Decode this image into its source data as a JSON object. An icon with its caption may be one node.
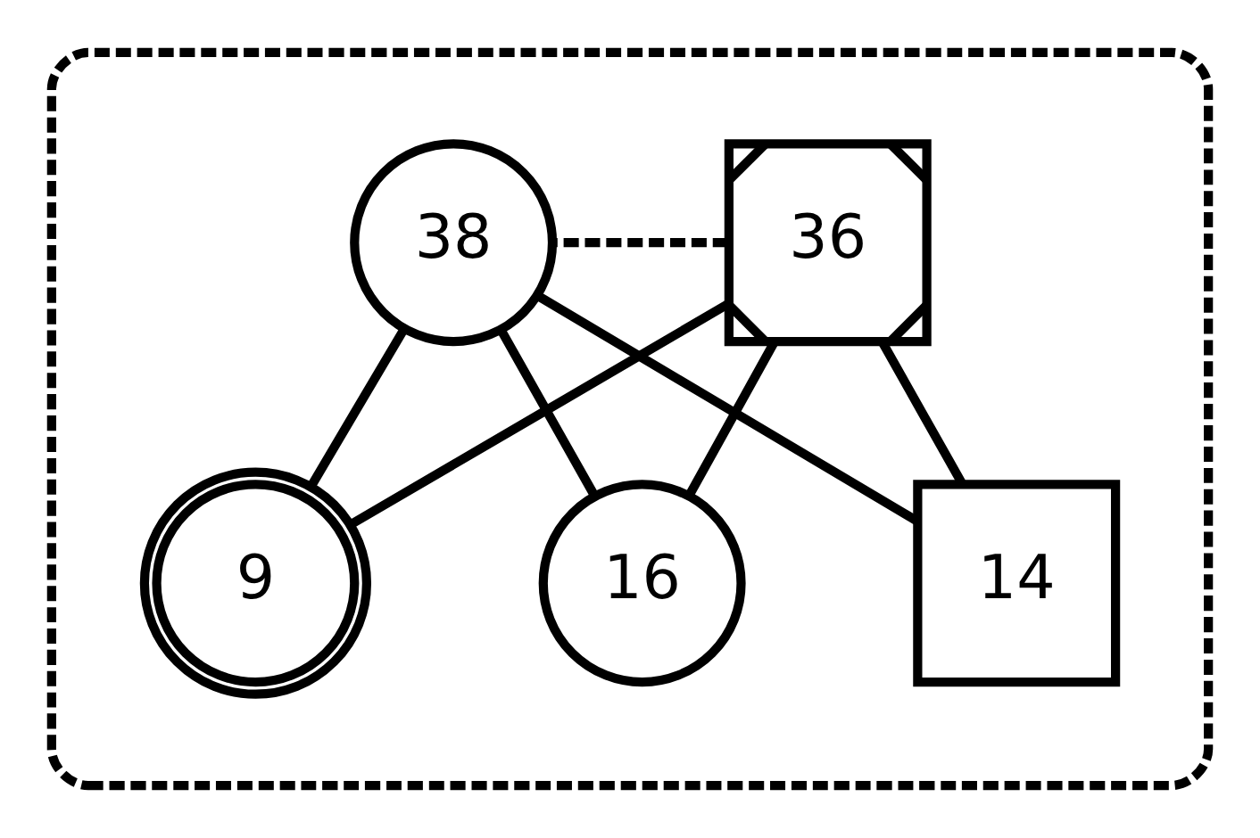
{
  "diagram": {
    "nodes": [
      {
        "text": [],
        "shape": "ellipse"
      },
      {
        "text": [
          "36"
        ],
        "in": 0
      },
      {
        "text": [
          "38"
        ],
        "in": 0
      },
      {
        "text": [
          "16"
        ],
        "in": 0
      },
      {
        "text": [
          "14"
        ],
        "in": 0
      },
      {
        "text": [
          "9"
        ],
        "in": 0
      }
    ],
    "edges": [
      {
        "from": 1,
        "to": 2,
        "arrow": "none",
        "style": "dashed"
      },
      {
        "from": 1,
        "to": 3,
        "arrow": "none"
      },
      {
        "from": 1,
        "to": 4,
        "arrow": "none"
      },
      {
        "from": 1,
        "to": 5,
        "arrow": "none"
      },
      {
        "from": 2,
        "to": 3,
        "arrow": "none"
      },
      {
        "from": 2,
        "to": 4,
        "arrow": "none"
      },
      {
        "from": 2,
        "to": 5,
        "arrow": "none"
      }
    ]
  }
}
